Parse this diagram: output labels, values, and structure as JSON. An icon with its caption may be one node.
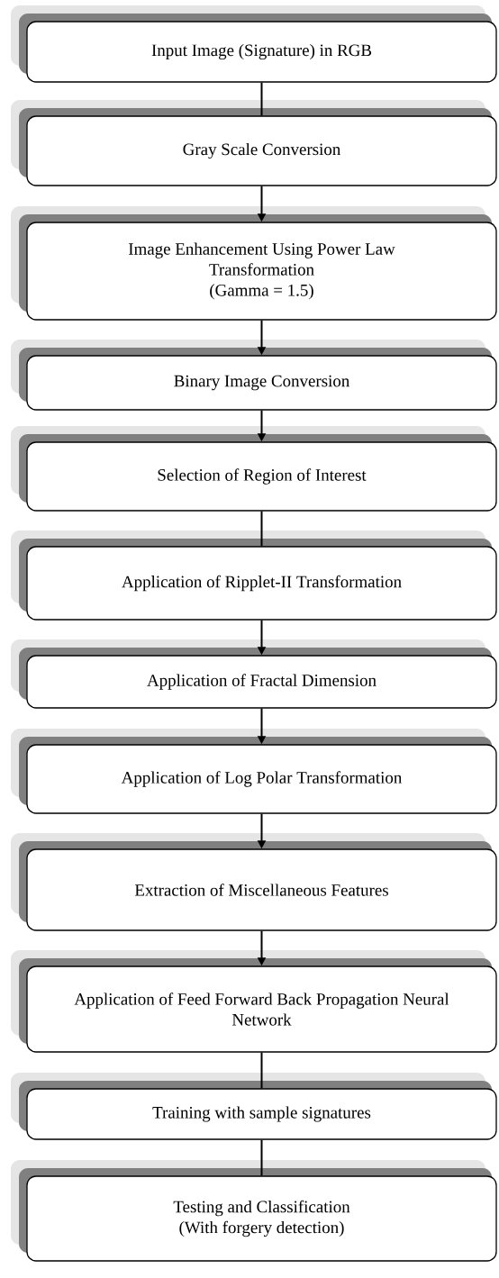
{
  "diagram": {
    "nodes": [
      {
        "text": [
          "Input Image (Signature) in RGB"
        ]
      },
      {
        "text": [
          "Gray Scale Conversion"
        ]
      },
      {
        "text": [
          "Image Enhancement Using Power Law Transformation",
          "(Gamma = 1.5)"
        ]
      },
      {
        "text": [
          "Binary Image Conversion"
        ]
      },
      {
        "text": [
          "Selection of Region of Interest"
        ]
      },
      {
        "text": [
          "Application of Ripplet-II Transformation"
        ]
      },
      {
        "text": [
          "Application of Fractal Dimension"
        ]
      },
      {
        "text": [
          "Application of Log Polar Transformation"
        ]
      },
      {
        "text": [
          "Extraction of Miscellaneous Features"
        ]
      },
      {
        "text": [
          "Application of Feed Forward Back Propagation Neural Network"
        ]
      },
      {
        "text": [
          "Training with sample signatures"
        ]
      },
      {
        "text": [
          "Testing and Classification",
          "(With forgery detection)"
        ]
      }
    ],
    "edges": [
      {
        "from": 0,
        "to": 1,
        "arrow": "none"
      },
      {
        "from": 1,
        "to": 2,
        "arrow": "to"
      },
      {
        "from": 2,
        "to": 3,
        "arrow": "to"
      },
      {
        "from": 3,
        "to": 4,
        "arrow": "to"
      },
      {
        "from": 4,
        "to": 5,
        "arrow": "none"
      },
      {
        "from": 5,
        "to": 6,
        "arrow": "to"
      },
      {
        "from": 6,
        "to": 7,
        "arrow": "to"
      },
      {
        "from": 7,
        "to": 8,
        "arrow": "to"
      },
      {
        "from": 8,
        "to": 9,
        "arrow": "to"
      },
      {
        "from": 9,
        "to": 10,
        "arrow": "none"
      },
      {
        "from": 10,
        "to": 11,
        "arrow": "none"
      }
    ]
  }
}
